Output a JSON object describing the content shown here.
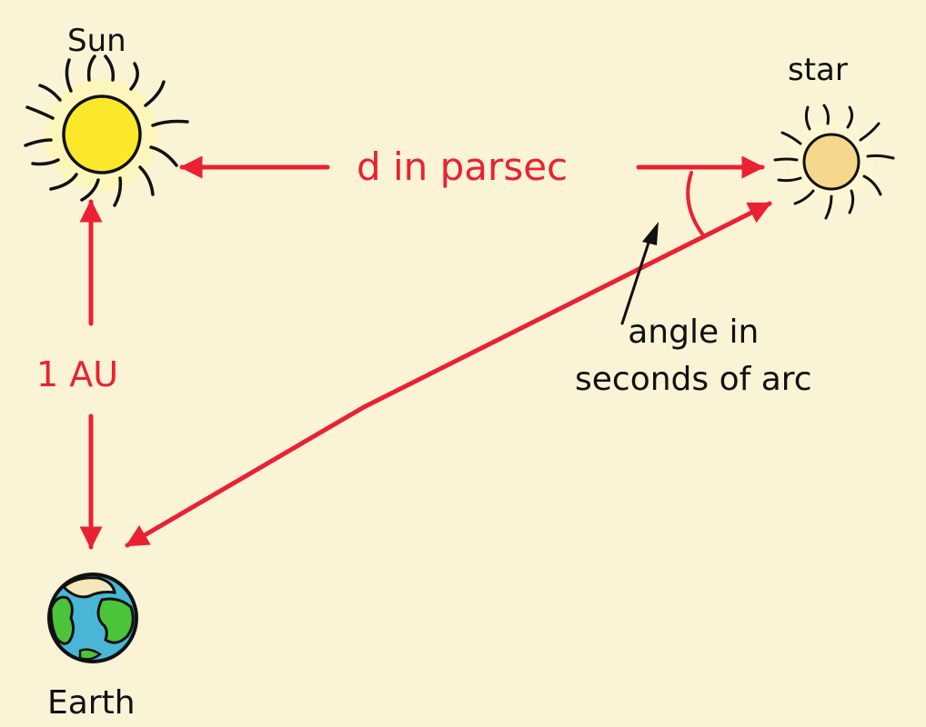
{
  "labels": {
    "sun": "Sun",
    "star": "star",
    "earth": "Earth",
    "distance": "d in parsec",
    "baseline": "1 AU",
    "angle_line1": "angle in",
    "angle_line2": "seconds of arc"
  },
  "colors": {
    "background": "#fbf3d5",
    "arrow": "#ea2133",
    "text": "#111111",
    "sun_fill": "#fbe82a",
    "sun_halo": "#fdf6bc",
    "star_fill": "#f6d88c",
    "earth_ocean": "#49b6d8",
    "earth_land": "#4cc43a",
    "earth_ice": "#f3e6b8"
  },
  "icons": [
    "sun-icon",
    "star-icon",
    "earth-icon"
  ]
}
